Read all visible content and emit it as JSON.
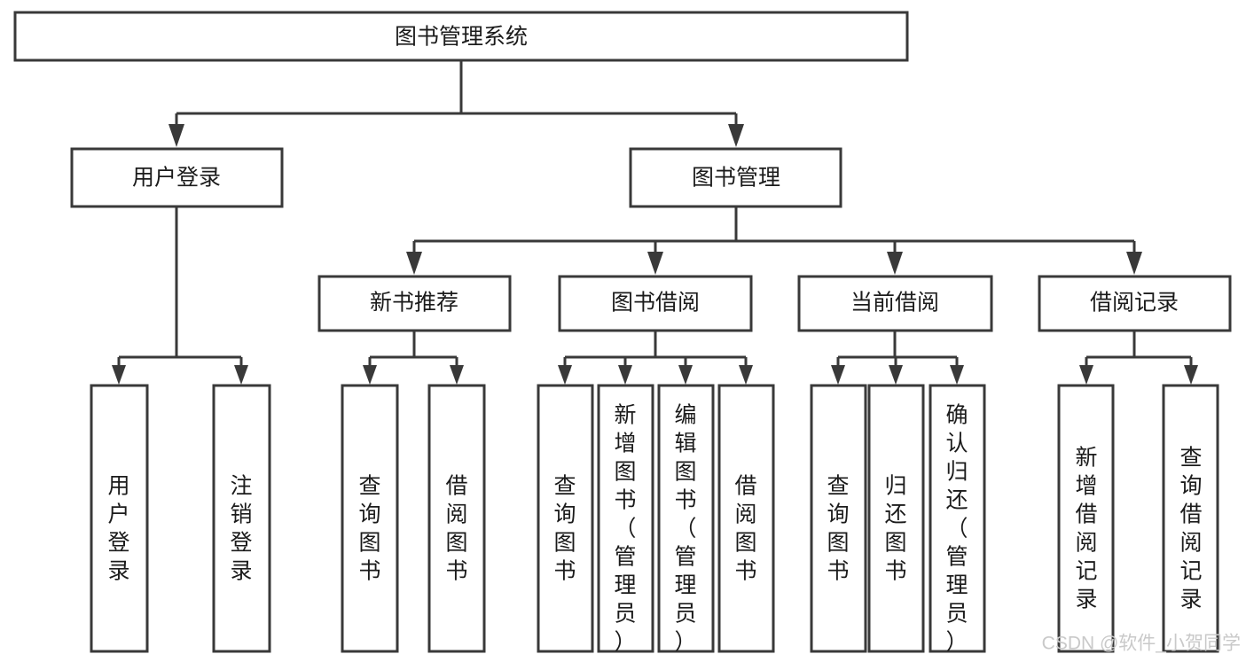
{
  "diagram": {
    "title": "图书管理系统",
    "type": "tree",
    "orientation": "top-down",
    "colors": {
      "box_stroke": "#393939",
      "box_fill": "#ffffff",
      "edge": "#393939",
      "text": "#1b1b1b",
      "watermark": "#c9c9c9",
      "background": "#ffffff"
    },
    "root": {
      "label": "图书管理系统",
      "name": "node-root-library-management-system"
    },
    "level2": [
      {
        "label": "用户登录",
        "name": "node-user-login"
      },
      {
        "label": "图书管理",
        "name": "node-book-management"
      }
    ],
    "level3": [
      {
        "label": "新书推荐",
        "name": "node-new-book-recommendation"
      },
      {
        "label": "图书借阅",
        "name": "node-book-borrowing"
      },
      {
        "label": "当前借阅",
        "name": "node-current-borrowing"
      },
      {
        "label": "借阅记录",
        "name": "node-borrow-records"
      }
    ],
    "leaves": {
      "user_login": [
        {
          "label": "用户登录",
          "name": "leaf-user-login"
        },
        {
          "label": "注销登录",
          "name": "leaf-logout"
        }
      ],
      "new_book_recommendation": [
        {
          "label": "查询图书",
          "name": "leaf-query-books-recommendation"
        },
        {
          "label": "借阅图书",
          "name": "leaf-borrow-books-recommendation"
        }
      ],
      "book_borrowing": [
        {
          "label": "查询图书",
          "name": "leaf-query-books-borrowing"
        },
        {
          "label": "新增图书（管理员）",
          "name": "leaf-add-book-admin"
        },
        {
          "label": "编辑图书（管理员）",
          "name": "leaf-edit-book-admin"
        },
        {
          "label": "借阅图书",
          "name": "leaf-borrow-books"
        }
      ],
      "current_borrowing": [
        {
          "label": "查询图书",
          "name": "leaf-query-books-current"
        },
        {
          "label": "归还图书",
          "name": "leaf-return-books"
        },
        {
          "label": "确认归还（管理员）",
          "name": "leaf-confirm-return-admin"
        }
      ],
      "borrow_records": [
        {
          "label": "新增借阅记录",
          "name": "leaf-add-borrow-record"
        },
        {
          "label": "查询借阅记录",
          "name": "leaf-query-borrow-record"
        }
      ]
    },
    "watermark": "CSDN @软件_小贺同学"
  }
}
